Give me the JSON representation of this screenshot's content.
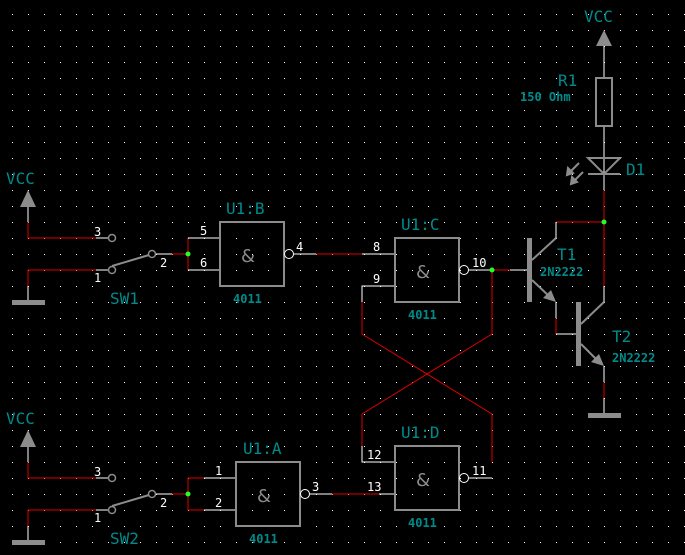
{
  "colors": {
    "background": "#000000",
    "grid": "#ffffff",
    "wire": "#e00000",
    "pin": "#ffffff",
    "part": "#8c8c8c",
    "label": "#008b8b",
    "junction": "#22ff22"
  },
  "power": [
    {
      "net": "VCC"
    },
    {
      "net": "VCC"
    },
    {
      "net": "VCC"
    }
  ],
  "switches": [
    {
      "ref": "SW1",
      "pins": [
        "3",
        "1",
        "2"
      ]
    },
    {
      "ref": "SW2",
      "pins": [
        "3",
        "1",
        "2"
      ]
    }
  ],
  "gates": [
    {
      "ref": "U1:B",
      "part": "4011",
      "symbol": "&",
      "inputs": [
        "5",
        "6"
      ],
      "output": "4"
    },
    {
      "ref": "U1:C",
      "part": "4011",
      "symbol": "&",
      "inputs": [
        "8",
        "9"
      ],
      "output": "10"
    },
    {
      "ref": "U1:A",
      "part": "4011",
      "symbol": "&",
      "inputs": [
        "1",
        "2"
      ],
      "output": "3"
    },
    {
      "ref": "U1:D",
      "part": "4011",
      "symbol": "&",
      "inputs": [
        "12",
        "13"
      ],
      "output": "11"
    }
  ],
  "resistor": {
    "ref": "R1",
    "value": "150 Ohm"
  },
  "led": {
    "ref": "D1"
  },
  "transistors": [
    {
      "ref": "T1",
      "part": "2N2222"
    },
    {
      "ref": "T2",
      "part": "2N2222"
    }
  ]
}
